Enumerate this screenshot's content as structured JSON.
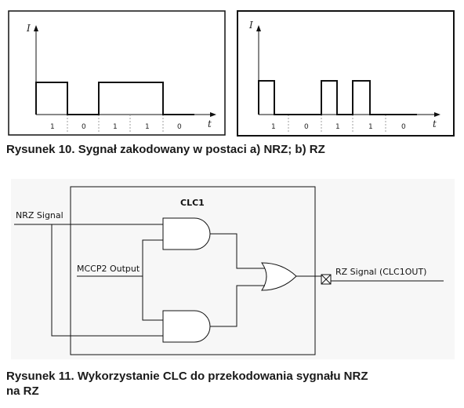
{
  "figure10": {
    "panel_a": {
      "y_label": "I",
      "x_label": "t",
      "bits": [
        "1",
        "0",
        "1",
        "1",
        "0"
      ]
    },
    "panel_b": {
      "y_label": "I",
      "x_label": "t",
      "bits": [
        "1",
        "0",
        "1",
        "1",
        "0"
      ]
    },
    "caption": "Rysunek 10. Sygnał zakodowany w postaci a) NRZ; b) RZ"
  },
  "figure11": {
    "block_title": "CLC1",
    "input_nrz": "NRZ Signal",
    "input_mccp": "MCCP2 Output",
    "output_label": "RZ Signal (CLC1OUT)",
    "caption_line1": "Rysunek 11. Wykorzystanie CLC do przekodowania sygnału NRZ",
    "caption_line2": "na RZ"
  }
}
